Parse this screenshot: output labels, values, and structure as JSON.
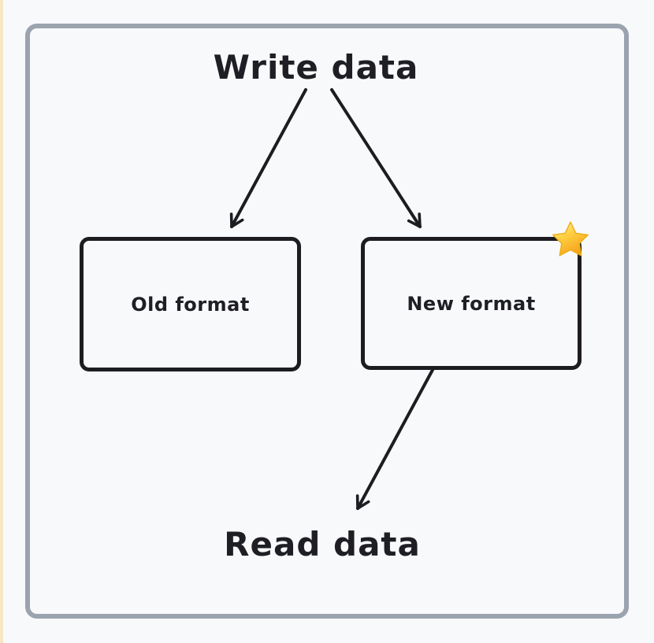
{
  "page": {
    "background_color": "#f8f9fb",
    "left_strip_color": "#f6e6c4",
    "frame_border_color": "#9aa3ae"
  },
  "diagram": {
    "ink_color": "#1e1e24",
    "source_label": "Write data",
    "sink_label": "Read data",
    "boxes": [
      {
        "label": "Old format",
        "starred": false
      },
      {
        "label": "New format",
        "starred": true
      }
    ],
    "star_icon_name": "star-emoji",
    "star_colors": {
      "light": "#fff6c9",
      "mid": "#ffd043",
      "dark": "#f6a21c",
      "outline": "#edaf12"
    },
    "connections": [
      {
        "from": "Write data",
        "to": "Old format"
      },
      {
        "from": "Write data",
        "to": "New format"
      },
      {
        "from": "New format",
        "to": "Read data"
      }
    ]
  }
}
